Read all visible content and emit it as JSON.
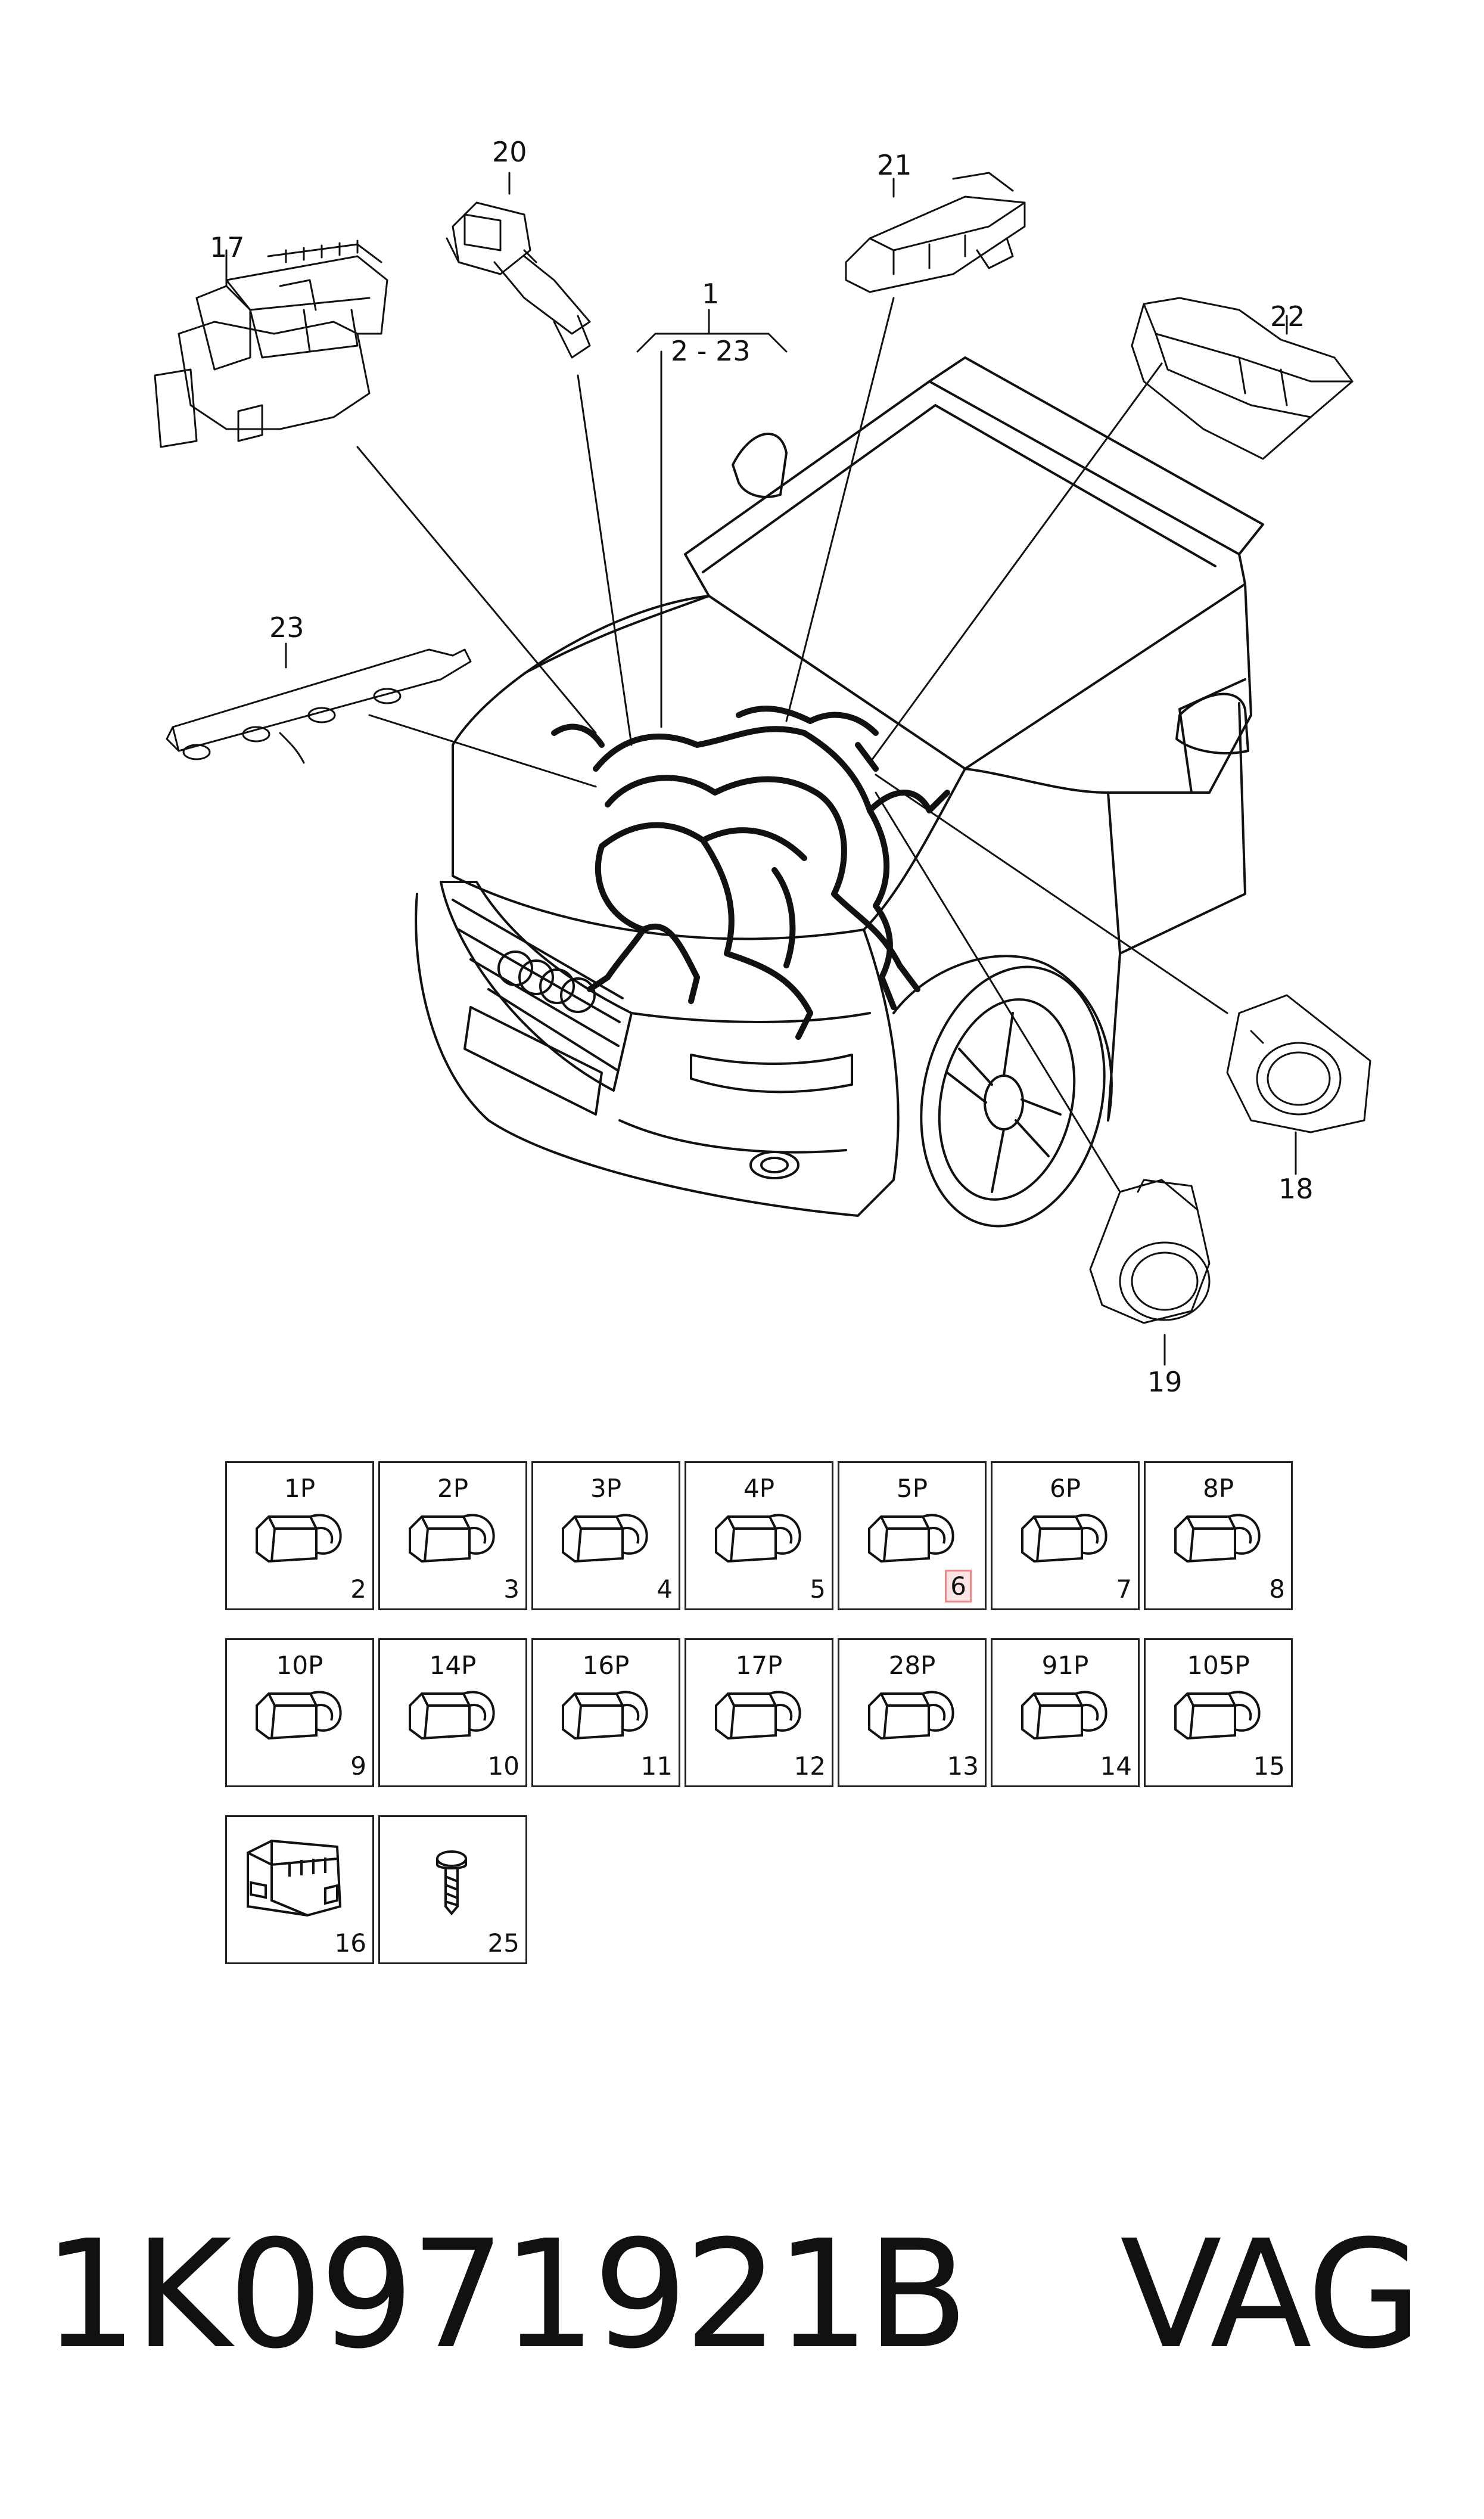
{
  "callouts": {
    "c1": "1",
    "c1_range": "2 - 23",
    "c17": "17",
    "c18": "18",
    "c19": "19",
    "c20": "20",
    "c21": "21",
    "c22": "22",
    "c23": "23"
  },
  "connectors": [
    {
      "pins": "1P",
      "num": "2"
    },
    {
      "pins": "2P",
      "num": "3"
    },
    {
      "pins": "3P",
      "num": "4"
    },
    {
      "pins": "4P",
      "num": "5"
    },
    {
      "pins": "5P",
      "num": "6"
    },
    {
      "pins": "6P",
      "num": "7"
    },
    {
      "pins": "8P",
      "num": "8"
    },
    {
      "pins": "10P",
      "num": "9"
    },
    {
      "pins": "14P",
      "num": "10"
    },
    {
      "pins": "16P",
      "num": "11"
    },
    {
      "pins": "17P",
      "num": "12"
    },
    {
      "pins": "28P",
      "num": "13"
    },
    {
      "pins": "91P",
      "num": "14"
    },
    {
      "pins": "105P",
      "num": "15"
    }
  ],
  "extra_parts": [
    {
      "num": "16",
      "icon": "housing-icon"
    },
    {
      "num": "25",
      "icon": "screw-icon"
    }
  ],
  "footer": {
    "part_number": "1K0971921B",
    "brand": "VAG"
  },
  "colors": {
    "line": "#111111",
    "highlight_border": "#e58a8a",
    "highlight_fill": "#fde4e4"
  }
}
